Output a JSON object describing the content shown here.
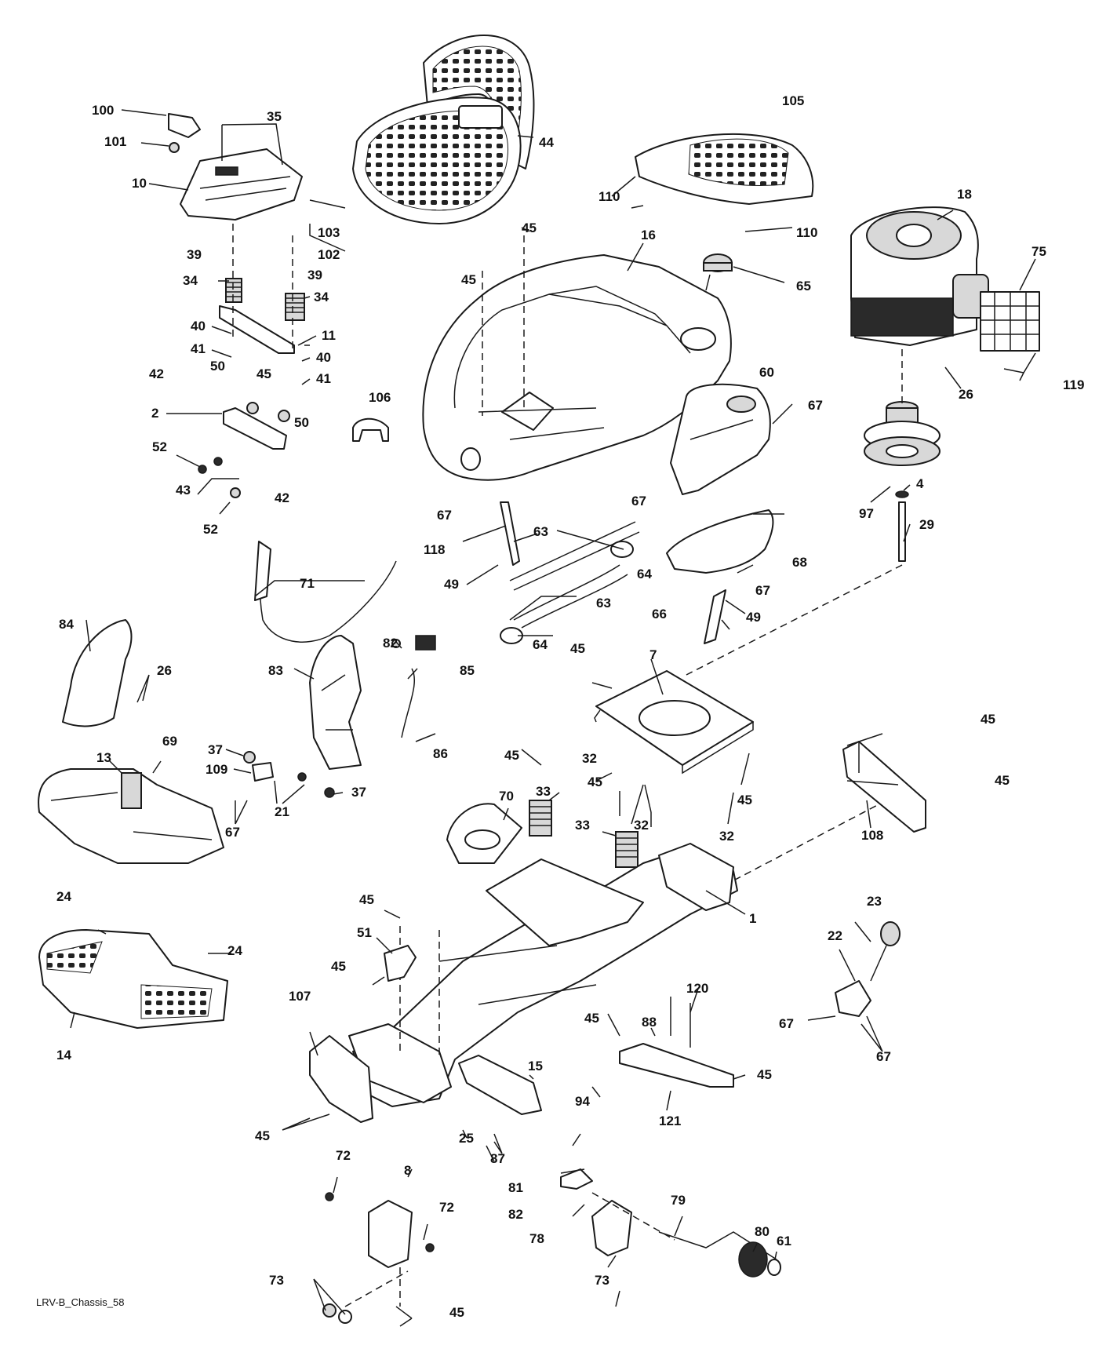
{
  "diagram": {
    "caption": "LRV-B_Chassis_58",
    "callouts": [
      "1",
      "2",
      "4",
      "7",
      "8",
      "10",
      "11",
      "13",
      "14",
      "15",
      "16",
      "18",
      "21",
      "22",
      "23",
      "24",
      "25",
      "26",
      "29",
      "32",
      "33",
      "34",
      "35",
      "37",
      "39",
      "40",
      "41",
      "42",
      "43",
      "44",
      "45",
      "49",
      "50",
      "51",
      "52",
      "60",
      "61",
      "63",
      "64",
      "65",
      "66",
      "67",
      "68",
      "69",
      "70",
      "71",
      "72",
      "73",
      "75",
      "78",
      "79",
      "80",
      "81",
      "82",
      "83",
      "84",
      "85",
      "86",
      "87",
      "88",
      "94",
      "97",
      "100",
      "101",
      "102",
      "103",
      "105",
      "106",
      "107",
      "108",
      "109",
      "110",
      "118",
      "119",
      "120",
      "121"
    ]
  }
}
